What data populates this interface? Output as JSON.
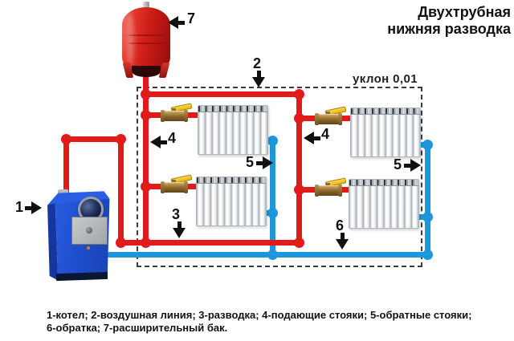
{
  "title": {
    "line1": "Двухтрубная",
    "line2": "нижняя разводка"
  },
  "slope_note": "уклон 0,01",
  "labels": {
    "boiler": "1",
    "air_line": "2",
    "distribution": "3",
    "supply_riser_left": "4",
    "supply_riser_right": "4",
    "return_riser_left": "5",
    "return_riser_right": "5",
    "return_line": "6",
    "expansion_tank": "7"
  },
  "legend": {
    "line1": "1-котел; 2-воздушная линия; 3-разводка; 4-подающие стояки; 5-обратные стояки;",
    "line2": "6-обратка; 7-расширительный бак."
  },
  "colors": {
    "supply_pipe": "#e11a1a",
    "return_pipe": "#1e96dc",
    "boiler_body": "#1f4fd4",
    "expansion_tank": "#d81f1f",
    "valve_brass": "#a07a3a",
    "valve_lever": "#f2c21a"
  },
  "icons": {
    "arrow_left": "solid-left-arrowhead",
    "arrow_right": "solid-right-arrowhead",
    "arrow_down": "solid-down-arrowhead"
  }
}
